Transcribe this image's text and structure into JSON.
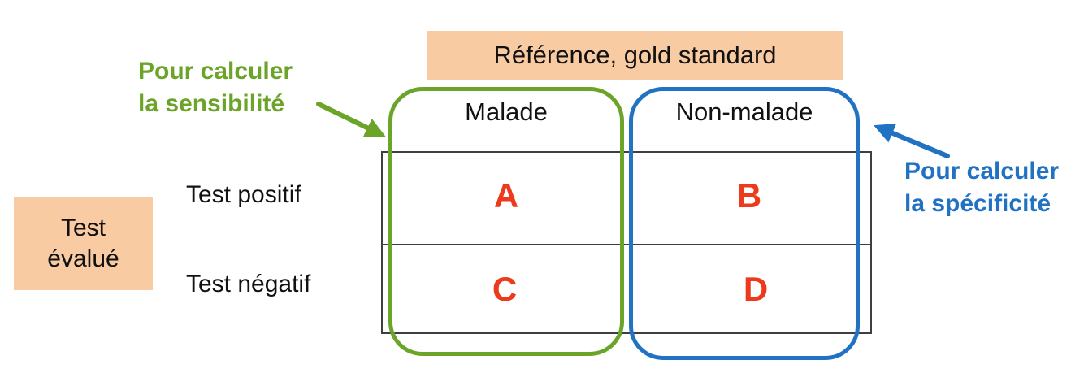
{
  "colors": {
    "peach_fill": "#F9CBA3",
    "green_accent": "#6CA42A",
    "blue_accent": "#2272C4",
    "red_letters": "#EE3A1C",
    "table_border": "#3F3F3F"
  },
  "reference_header": {
    "label": "Référence, gold standard"
  },
  "columns": {
    "malade": "Malade",
    "non_malade": "Non-malade"
  },
  "row_labels": {
    "positif": "Test positif",
    "negatif": "Test négatif"
  },
  "side_box": {
    "line1": "Test",
    "line2": "évalué"
  },
  "cells": {
    "a": "A",
    "b": "B",
    "c": "C",
    "d": "D"
  },
  "annotations": {
    "sensitivity": {
      "line1": "Pour calculer",
      "line2": "la sensibilité"
    },
    "specificity": {
      "line1": "Pour calculer",
      "line2": "la spécificité"
    }
  }
}
